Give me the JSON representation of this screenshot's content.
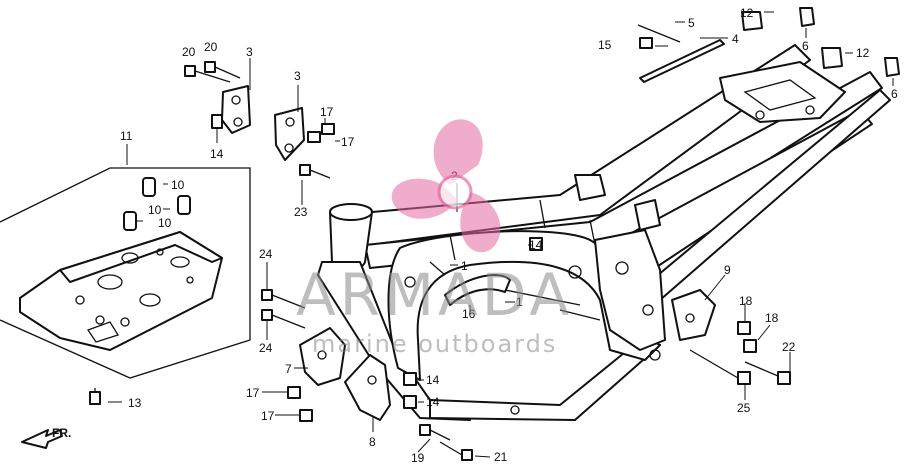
{
  "callouts": [
    {
      "label": "1"
    },
    {
      "label": "1"
    },
    {
      "label": "2"
    },
    {
      "label": "3"
    },
    {
      "label": "3"
    },
    {
      "label": "4"
    },
    {
      "label": "5"
    },
    {
      "label": "6"
    },
    {
      "label": "6"
    },
    {
      "label": "7"
    },
    {
      "label": "8"
    },
    {
      "label": "9"
    },
    {
      "label": "10"
    },
    {
      "label": "10"
    },
    {
      "label": "10"
    },
    {
      "label": "11"
    },
    {
      "label": "12"
    },
    {
      "label": "12"
    },
    {
      "label": "13"
    },
    {
      "label": "14"
    },
    {
      "label": "14"
    },
    {
      "label": "14"
    },
    {
      "label": "14"
    },
    {
      "label": "15"
    },
    {
      "label": "16"
    },
    {
      "label": "17"
    },
    {
      "label": "17"
    },
    {
      "label": "17"
    },
    {
      "label": "17"
    },
    {
      "label": "18"
    },
    {
      "label": "18"
    },
    {
      "label": "19"
    },
    {
      "label": "20"
    },
    {
      "label": "20"
    },
    {
      "label": "21"
    },
    {
      "label": "22"
    },
    {
      "label": "23"
    },
    {
      "label": "24"
    },
    {
      "label": "24"
    },
    {
      "label": "25"
    }
  ],
  "direction_label": "FR.",
  "watermark": {
    "brand": "ARMADA",
    "tagline": "marine outboards",
    "logo_icon": "propeller-logo-icon",
    "color": "#e36aa0"
  },
  "colors": {
    "line": "#111111",
    "background": "#ffffff"
  }
}
